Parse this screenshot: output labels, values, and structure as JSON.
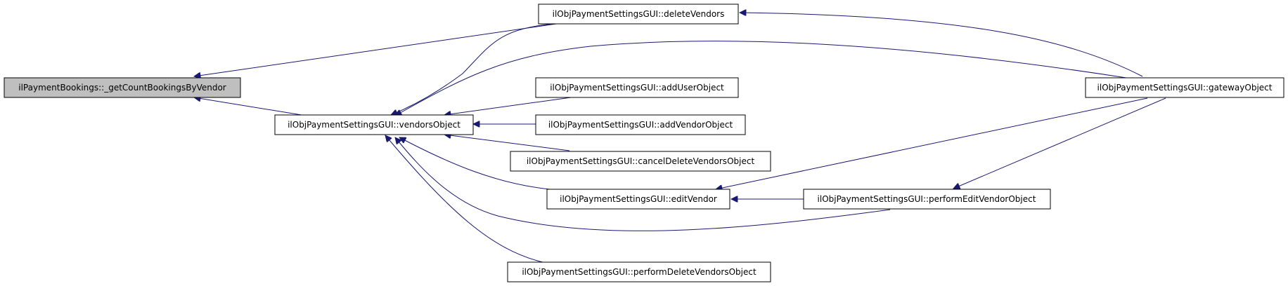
{
  "colors": {
    "background": "#ffffff",
    "node_fill": "#ffffff",
    "root_fill": "#bfbfbf",
    "node_border": "#000000",
    "edge": "#191970"
  },
  "nodes": {
    "get_count_bookings": {
      "label": "ilPaymentBookings::_getCountBookingsByVendor"
    },
    "vendors_object": {
      "label": "ilObjPaymentSettingsGUI::vendorsObject"
    },
    "delete_vendors": {
      "label": "ilObjPaymentSettingsGUI::deleteVendors"
    },
    "add_user_object": {
      "label": "ilObjPaymentSettingsGUI::addUserObject"
    },
    "add_vendor_object": {
      "label": "ilObjPaymentSettingsGUI::addVendorObject"
    },
    "cancel_delete_vendors_object": {
      "label": "ilObjPaymentSettingsGUI::cancelDeleteVendorsObject"
    },
    "edit_vendor": {
      "label": "ilObjPaymentSettingsGUI::editVendor"
    },
    "perform_delete_vendors_object": {
      "label": "ilObjPaymentSettingsGUI::performDeleteVendorsObject"
    },
    "gateway_object": {
      "label": "ilObjPaymentSettingsGUI::gatewayObject"
    },
    "perform_edit_vendor_object": {
      "label": "ilObjPaymentSettingsGUI::performEditVendorObject"
    }
  },
  "edges": [
    {
      "from": "delete_vendors",
      "to": "get_count_bookings"
    },
    {
      "from": "vendors_object",
      "to": "get_count_bookings"
    },
    {
      "from": "gateway_object",
      "to": "delete_vendors"
    },
    {
      "from": "delete_vendors",
      "to": "vendors_object"
    },
    {
      "from": "gateway_object",
      "to": "vendors_object"
    },
    {
      "from": "add_user_object",
      "to": "vendors_object"
    },
    {
      "from": "add_vendor_object",
      "to": "vendors_object"
    },
    {
      "from": "cancel_delete_vendors_object",
      "to": "vendors_object"
    },
    {
      "from": "edit_vendor",
      "to": "vendors_object"
    },
    {
      "from": "perform_edit_vendor_object",
      "to": "vendors_object"
    },
    {
      "from": "perform_delete_vendors_object",
      "to": "vendors_object"
    },
    {
      "from": "gateway_object",
      "to": "edit_vendor"
    },
    {
      "from": "perform_edit_vendor_object",
      "to": "edit_vendor"
    },
    {
      "from": "gateway_object",
      "to": "perform_edit_vendor_object"
    }
  ]
}
